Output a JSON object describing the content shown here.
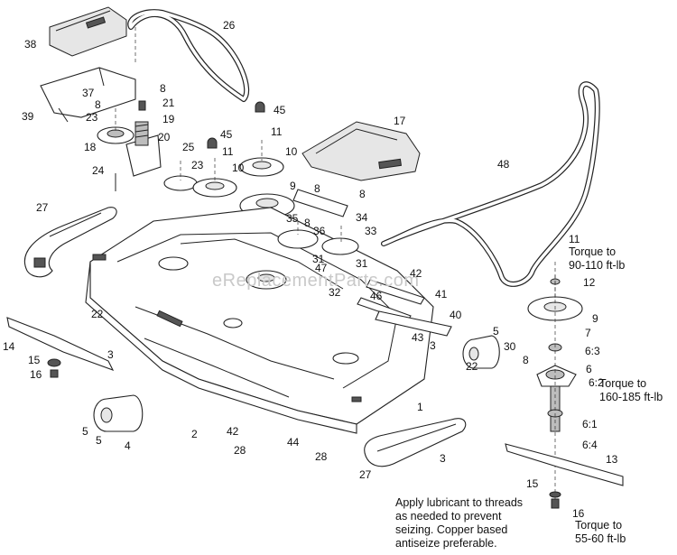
{
  "watermark": "eReplacementParts.com",
  "callouts": [
    {
      "id": "c-26",
      "text": "26"
    },
    {
      "id": "c-38",
      "text": "38"
    },
    {
      "id": "c-37",
      "text": "37"
    },
    {
      "id": "c-8a",
      "text": "8"
    },
    {
      "id": "c-21",
      "text": "21"
    },
    {
      "id": "c-8b",
      "text": "8"
    },
    {
      "id": "c-39",
      "text": "39"
    },
    {
      "id": "c-23a",
      "text": "23"
    },
    {
      "id": "c-19",
      "text": "19"
    },
    {
      "id": "c-45a",
      "text": "45"
    },
    {
      "id": "c-11a",
      "text": "11"
    },
    {
      "id": "c-45b",
      "text": "45"
    },
    {
      "id": "c-17",
      "text": "17"
    },
    {
      "id": "c-18",
      "text": "18"
    },
    {
      "id": "c-20",
      "text": "20"
    },
    {
      "id": "c-25",
      "text": "25"
    },
    {
      "id": "c-11b",
      "text": "11"
    },
    {
      "id": "c-10a",
      "text": "10"
    },
    {
      "id": "c-24",
      "text": "24"
    },
    {
      "id": "c-23b",
      "text": "23"
    },
    {
      "id": "c-10b",
      "text": "10"
    },
    {
      "id": "c-48",
      "text": "48"
    },
    {
      "id": "c-9a",
      "text": "9"
    },
    {
      "id": "c-8c",
      "text": "8"
    },
    {
      "id": "c-8d",
      "text": "8"
    },
    {
      "id": "c-27a",
      "text": "27"
    },
    {
      "id": "c-35",
      "text": "35"
    },
    {
      "id": "c-8e",
      "text": "8"
    },
    {
      "id": "c-34",
      "text": "34"
    },
    {
      "id": "c-36",
      "text": "36"
    },
    {
      "id": "c-33",
      "text": "33"
    },
    {
      "id": "c-11c",
      "text": "11"
    },
    {
      "id": "c-31a",
      "text": "31"
    },
    {
      "id": "c-31b",
      "text": "31"
    },
    {
      "id": "c-47",
      "text": "47"
    },
    {
      "id": "c-42a",
      "text": "42"
    },
    {
      "id": "c-12",
      "text": "12"
    },
    {
      "id": "c-32",
      "text": "32"
    },
    {
      "id": "c-41",
      "text": "41"
    },
    {
      "id": "c-46",
      "text": "46"
    },
    {
      "id": "c-22a",
      "text": "22"
    },
    {
      "id": "c-9b",
      "text": "9"
    },
    {
      "id": "c-40",
      "text": "40"
    },
    {
      "id": "c-14",
      "text": "14"
    },
    {
      "id": "c-5a",
      "text": "5"
    },
    {
      "id": "c-7",
      "text": "7"
    },
    {
      "id": "c-43",
      "text": "43"
    },
    {
      "id": "c-3a",
      "text": "3"
    },
    {
      "id": "c-30",
      "text": "30"
    },
    {
      "id": "c-63",
      "text": "6:3"
    },
    {
      "id": "c-3b",
      "text": "3"
    },
    {
      "id": "c-15a",
      "text": "15"
    },
    {
      "id": "c-8f",
      "text": "8"
    },
    {
      "id": "c-6",
      "text": "6"
    },
    {
      "id": "c-22b",
      "text": "22"
    },
    {
      "id": "c-16a",
      "text": "16"
    },
    {
      "id": "c-62",
      "text": "6:2"
    },
    {
      "id": "c-1",
      "text": "1"
    },
    {
      "id": "c-2",
      "text": "2"
    },
    {
      "id": "c-5b",
      "text": "5"
    },
    {
      "id": "c-5c",
      "text": "5"
    },
    {
      "id": "c-42b",
      "text": "42"
    },
    {
      "id": "c-4",
      "text": "4"
    },
    {
      "id": "c-61",
      "text": "6:1"
    },
    {
      "id": "c-64",
      "text": "6:4"
    },
    {
      "id": "c-28a",
      "text": "28"
    },
    {
      "id": "c-44",
      "text": "44"
    },
    {
      "id": "c-28b",
      "text": "28"
    },
    {
      "id": "c-3c",
      "text": "3"
    },
    {
      "id": "c-27b",
      "text": "27"
    },
    {
      "id": "c-13",
      "text": "13"
    },
    {
      "id": "c-15b",
      "text": "15"
    },
    {
      "id": "c-16b",
      "text": "16"
    }
  ],
  "torque_notes": {
    "top": "Torque to\n90-110 ft-lb",
    "spindle": "Torque to\n160-185 ft-lb",
    "blade": "Torque to\n55-60 ft-lb"
  },
  "lubricant_note": "Apply lubricant to threads\nas needed to prevent\nseizing. Copper based\nantiseize preferable."
}
